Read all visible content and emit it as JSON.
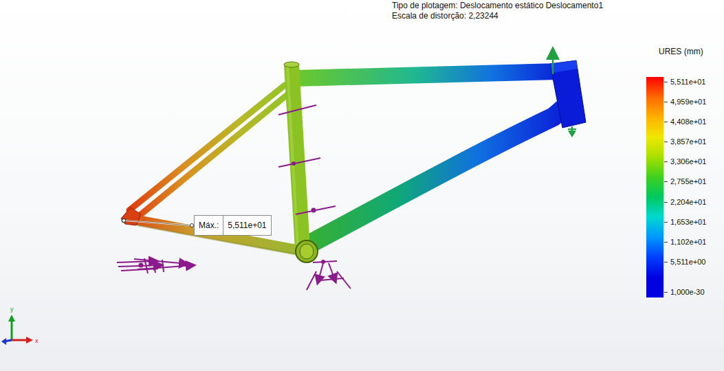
{
  "diagram": {
    "nodes": [
      {
        "text": [
          "Máx.:",
          "5,511e+01"
        ]
      }
    ],
    "labels": [
      "Tipo de plotagem: Deslocamento estático Deslocamento1",
      "Escala de distorção: 2,23244",
      "URES (mm)",
      "y",
      "x"
    ],
    "legend": [
      {
        "text": "5,511e+01",
        "color": "#ff0000"
      },
      {
        "text": "4,959e+01",
        "color": "#ff6a00"
      },
      {
        "text": "4,408e+01",
        "color": "#ffb000"
      },
      {
        "text": "3,857e+01",
        "color": "#f0e800"
      },
      {
        "text": "3,306e+01",
        "color": "#a8e000"
      },
      {
        "text": "2,755e+01",
        "color": "#40d020"
      },
      {
        "text": "2,204e+01",
        "color": "#00c860"
      },
      {
        "text": "1,653e+01",
        "color": "#00d8d0"
      },
      {
        "text": "1,102e+01",
        "color": "#0098ff"
      },
      {
        "text": "5,511e+00",
        "color": "#0040ff"
      },
      {
        "text": "1,000e-30",
        "color": "#0000e0"
      }
    ]
  }
}
